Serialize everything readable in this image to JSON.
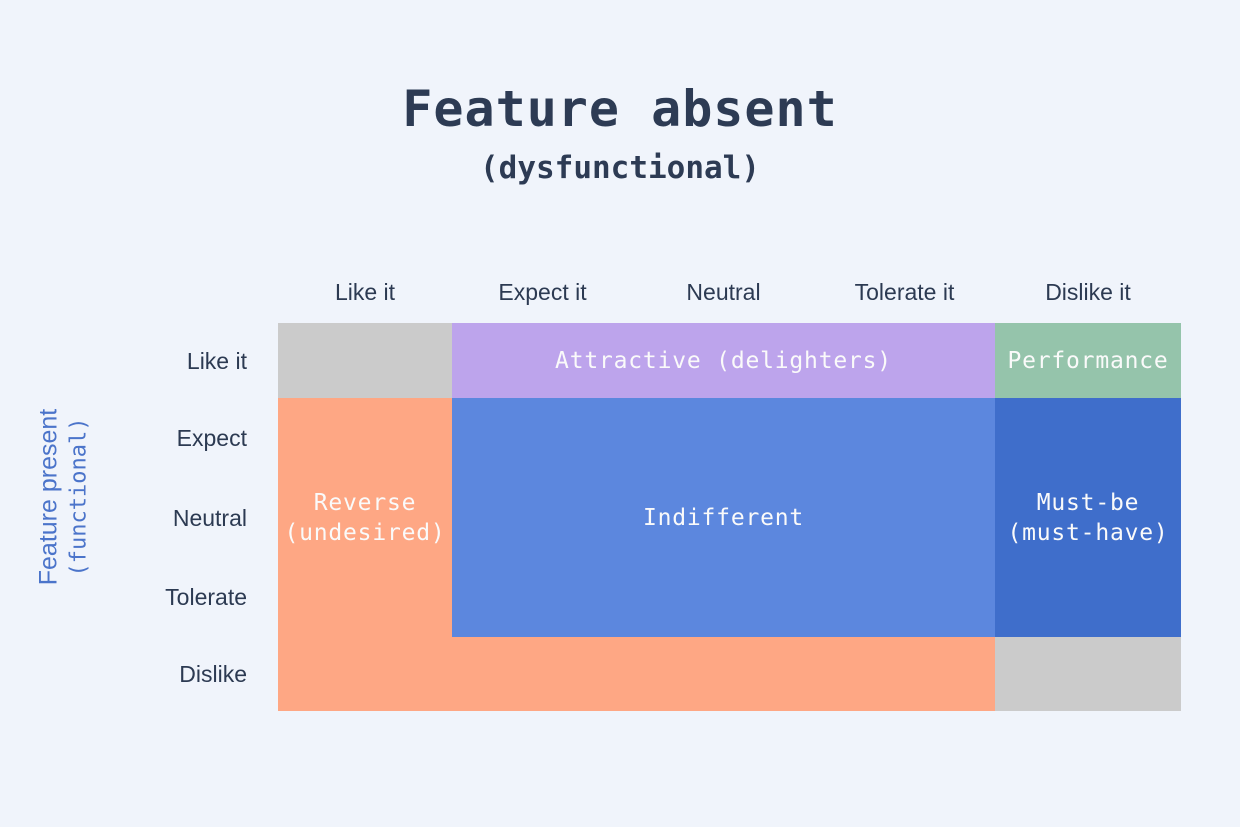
{
  "header": {
    "title": "Feature absent",
    "subtitle": "(dysfunctional)"
  },
  "y_axis_label": {
    "line1": "Feature present",
    "line2": "(functional)"
  },
  "column_headers": [
    "Like it",
    "Expect it",
    "Neutral",
    "Tolerate it",
    "Dislike it"
  ],
  "row_headers": [
    "Like it",
    "Expect",
    "Neutral",
    "Tolerate",
    "Dislike"
  ],
  "regions": {
    "questionable_top_left": {
      "color": "#cbcbcb"
    },
    "attractive": {
      "label": "Attractive (delighters)",
      "color": "#bda4ec"
    },
    "performance": {
      "label": "Performance",
      "color": "#95c4ab"
    },
    "reverse": {
      "lines": [
        "Reverse",
        "(undesired)"
      ],
      "color": "#fea784"
    },
    "indifferent": {
      "label": "Indifferent",
      "color": "#5c87de"
    },
    "must_be": {
      "lines": [
        "Must-be",
        "(must-have)"
      ],
      "color": "#3f6ecb"
    },
    "questionable_bottom_right": {
      "color": "#cbcbcb"
    }
  },
  "colors": {
    "background": "#f0f4fb",
    "heading_text": "#2d3b54",
    "axis_label_text": "#4b74ca",
    "region_label_text": "#fafafa"
  }
}
